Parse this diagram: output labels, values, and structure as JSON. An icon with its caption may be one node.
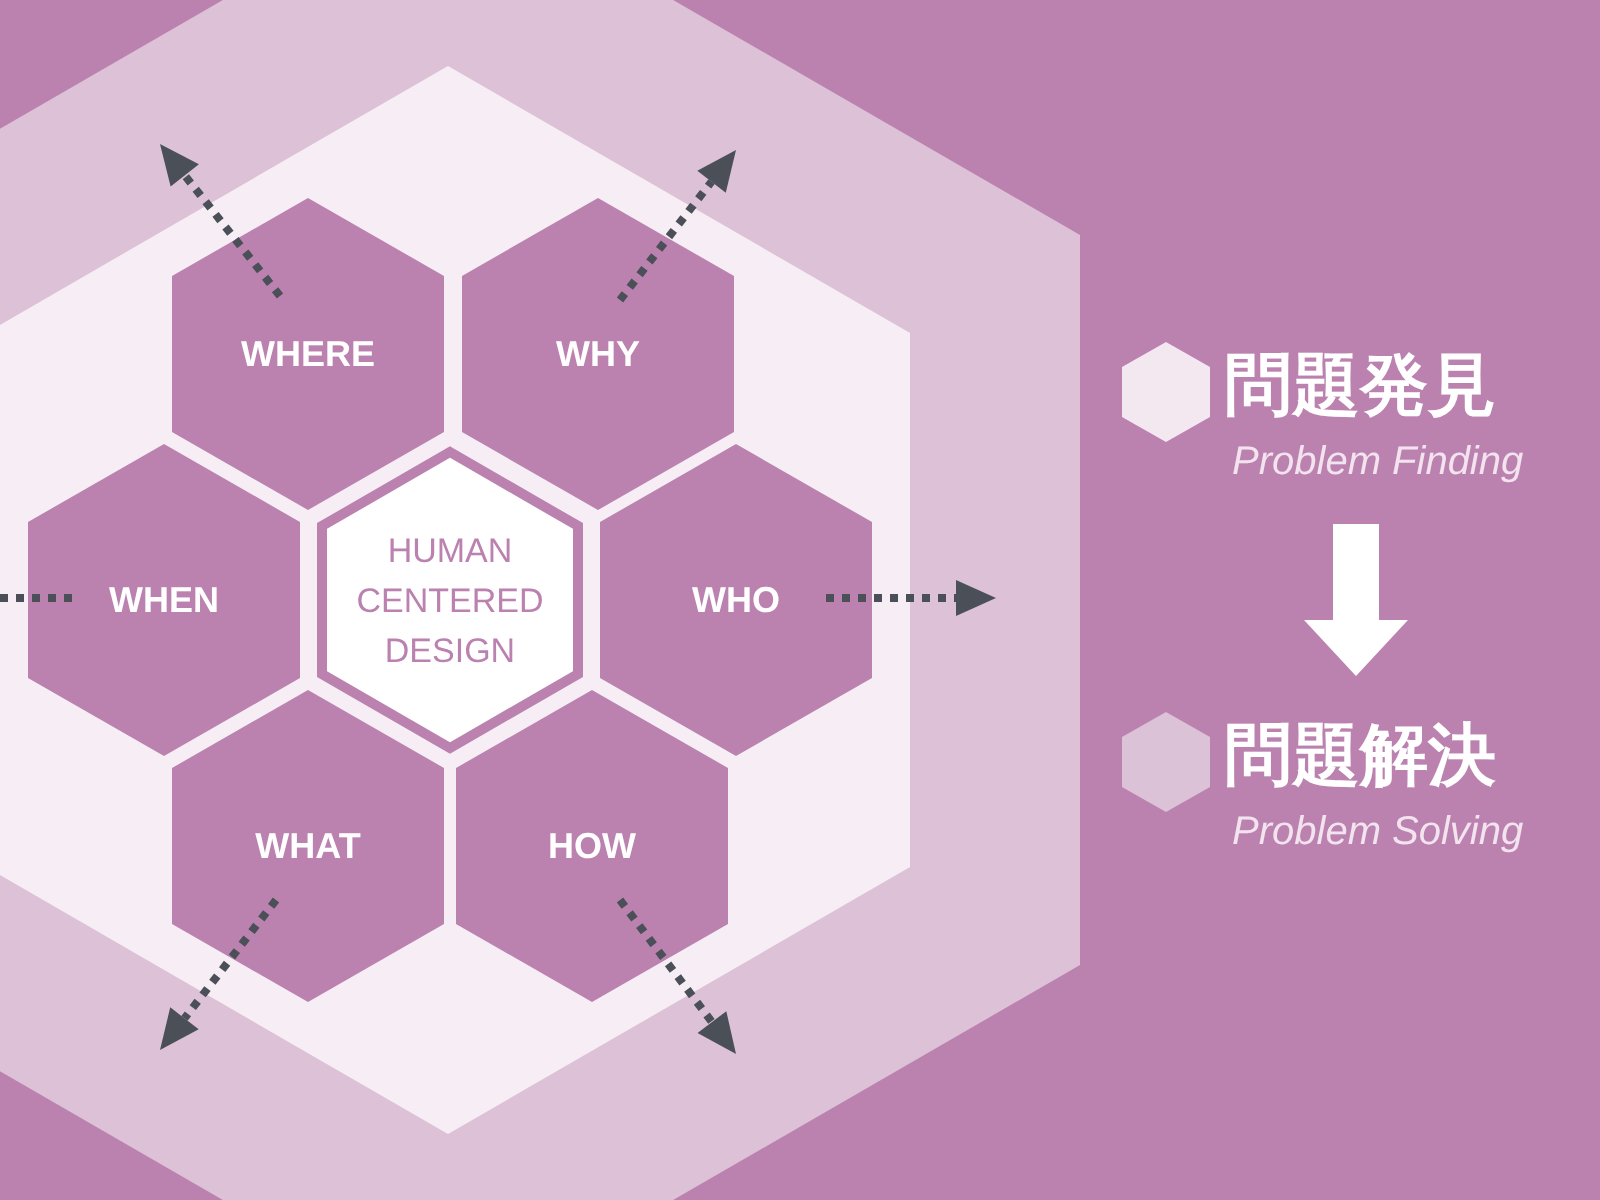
{
  "diagram": {
    "nodes": [
      {
        "text": [
          "WHERE"
        ]
      },
      {
        "text": [
          "WHY"
        ]
      },
      {
        "text": [
          "WHEN"
        ]
      },
      {
        "text": [
          "HUMAN CENTERED DESIGN"
        ]
      },
      {
        "text": [
          "WHO"
        ]
      },
      {
        "text": [
          "WHAT"
        ]
      },
      {
        "text": [
          "HOW"
        ]
      },
      {
        "text": [
          "問題発見",
          "Problem Finding"
        ]
      },
      {
        "text": [
          "問題解決",
          "Problem Solving"
        ]
      }
    ],
    "edges": [
      {
        "from": 0,
        "to": null,
        "arrow": "to",
        "style": "dashed"
      },
      {
        "from": 1,
        "to": null,
        "arrow": "to",
        "style": "dashed"
      },
      {
        "from": 2,
        "to": null,
        "arrow": "none",
        "style": "dashed"
      },
      {
        "from": 4,
        "to": null,
        "arrow": "to",
        "style": "dashed"
      },
      {
        "from": 5,
        "to": null,
        "arrow": "to",
        "style": "dashed"
      },
      {
        "from": 6,
        "to": null,
        "arrow": "to",
        "style": "dashed"
      },
      {
        "from": 7,
        "to": 8,
        "arrow": "to",
        "style": "thick",
        "color": "#ffffff"
      }
    ]
  }
}
